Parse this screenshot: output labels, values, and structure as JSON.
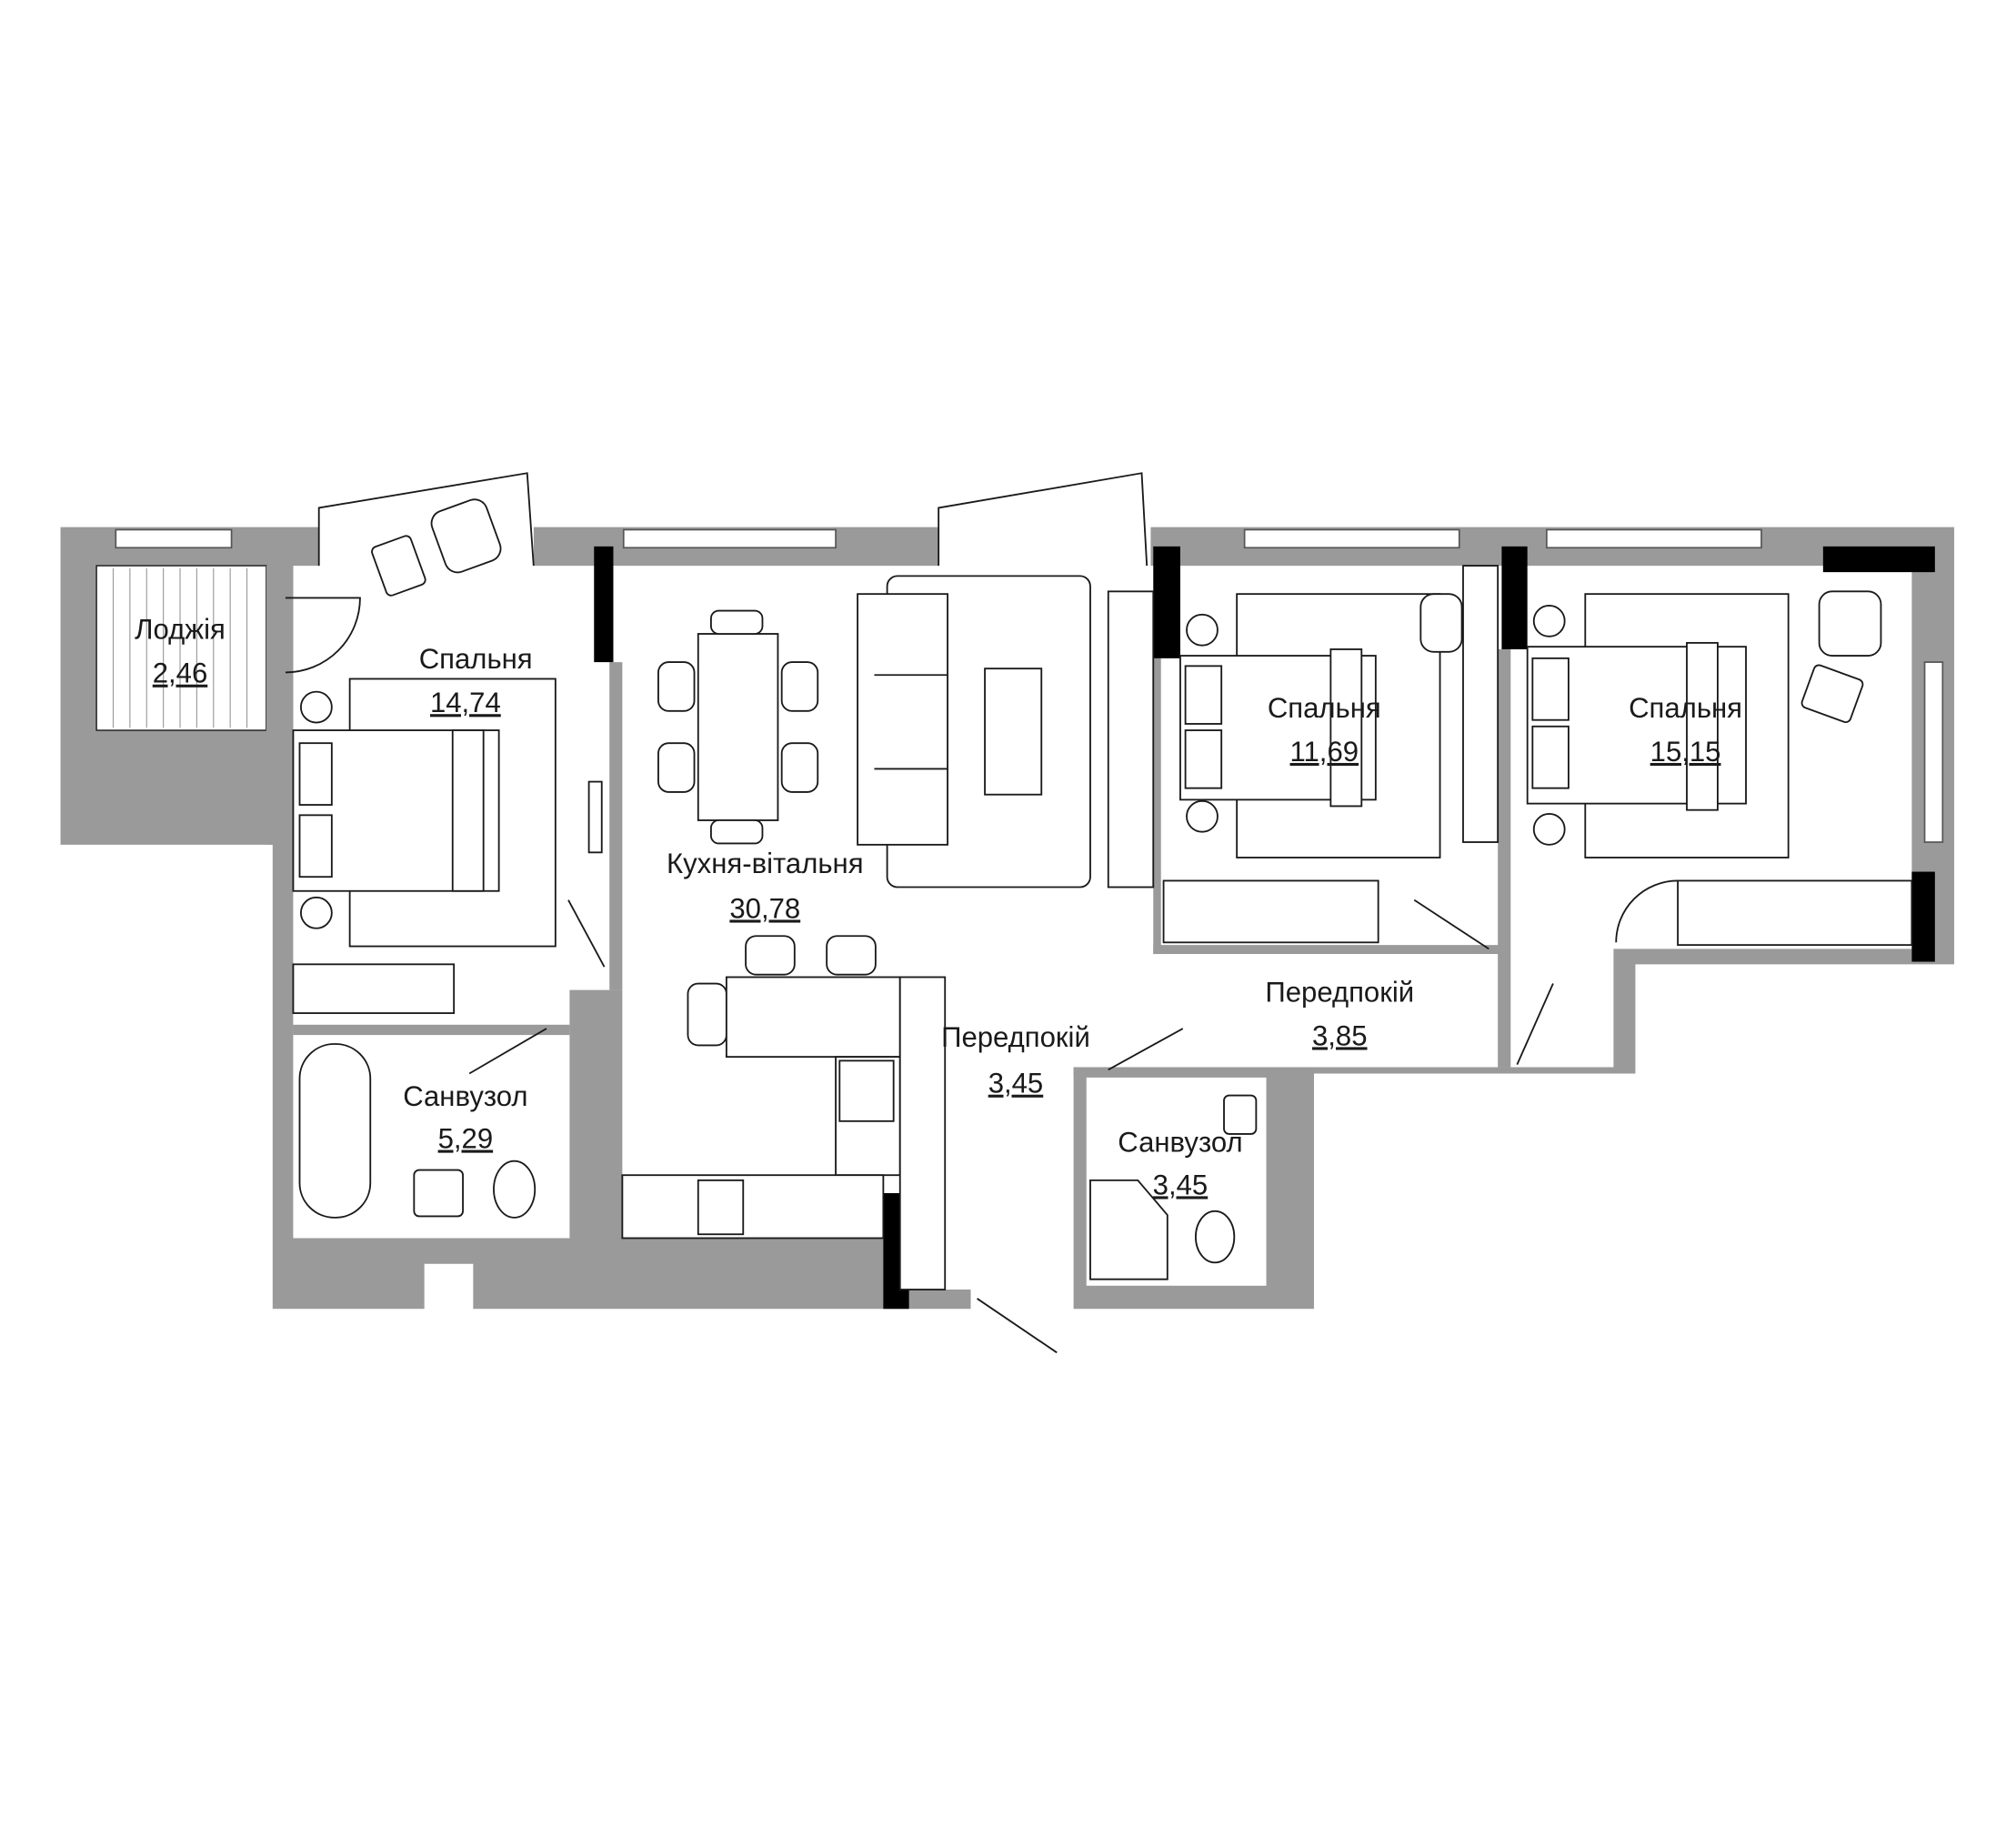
{
  "plan": {
    "colors": {
      "wall": "#9a9a9a",
      "column": "#000000",
      "line": "#1a1a1a",
      "background": "#ffffff"
    },
    "rooms": [
      {
        "name": "Лоджія",
        "area": "2,46"
      },
      {
        "name": "Спальня",
        "area": "14,74"
      },
      {
        "name": "Кухня-вітальня",
        "area": "30,78"
      },
      {
        "name": "Спальня",
        "area": "11,69"
      },
      {
        "name": "Спальня",
        "area": "15,15"
      },
      {
        "name": "Передпокій",
        "area": "3,45"
      },
      {
        "name": "Передпокій",
        "area": "3,85"
      },
      {
        "name": "Санвузол",
        "area": "5,29"
      },
      {
        "name": "Санвузол",
        "area": "3,45"
      }
    ]
  }
}
